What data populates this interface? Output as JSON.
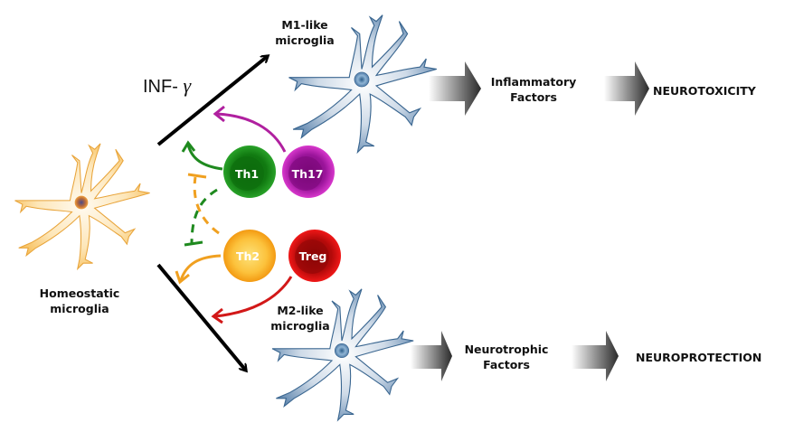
{
  "title": "Microglia polarization by T-cell subsets",
  "cytokine": {
    "prefix": "INF-",
    "symbol": "γ"
  },
  "nodes": {
    "homeostatic": {
      "line1": "Homeostatic",
      "line2": "microglia"
    },
    "m1": {
      "line1": "M1-like",
      "line2": "microglia"
    },
    "m2": {
      "line1": "M2-like",
      "line2": "microglia"
    },
    "inflammatory": {
      "line1": "Inflammatory",
      "line2": "Factors"
    },
    "neurotrophic": {
      "line1": "Neurotrophic",
      "line2": "Factors"
    },
    "neurotoxicity": "NEUROTOXICITY",
    "neuroprotection": "NEUROPROTECTION"
  },
  "tcells": [
    {
      "id": "th1",
      "label": "Th1",
      "color": "#1a8a1a",
      "inner": "#0f6e0f"
    },
    {
      "id": "th17",
      "label": "Th17",
      "color": "#c026b8",
      "inner": "#8a0a86"
    },
    {
      "id": "th2",
      "label": "Th2",
      "color": "#f5a21a",
      "inner": "#fcc640"
    },
    {
      "id": "treg",
      "label": "Treg",
      "color": "#e81010",
      "inner": "#a80808"
    }
  ],
  "colors": {
    "homeostatic_cell": "#fbd38a",
    "activated_cell": "#7d9ec0",
    "arrow": "#000000",
    "th1_arrow": "#1f8a1f",
    "th17_arrow": "#b0209f",
    "th2_arrow": "#f0a020",
    "treg_arrow": "#d21818"
  }
}
